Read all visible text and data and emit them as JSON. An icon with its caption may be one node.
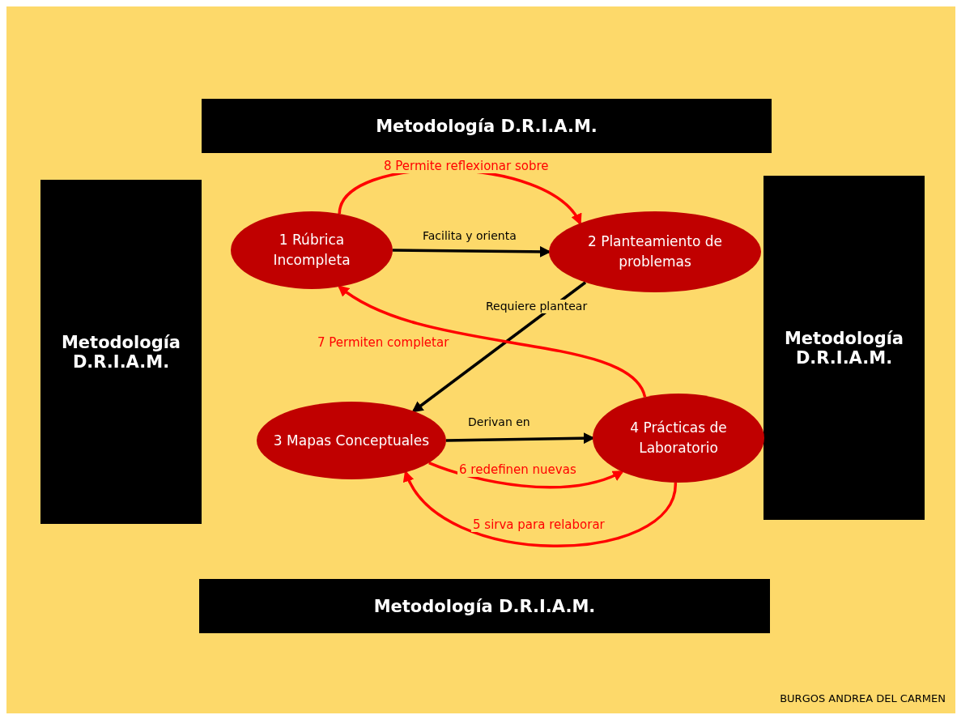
{
  "diagram": {
    "nodes": [
      {
        "text": [
          "Metodología D.R.I.A.M."
        ]
      },
      {
        "text": [
          "Metodología D.R.I.A.M."
        ]
      },
      {
        "text": [
          "1 Rúbrica Incompleta"
        ]
      },
      {
        "text": [
          "2 Planteamiento de problemas"
        ]
      },
      {
        "text": [
          "Metodología D.R.I.A.M."
        ]
      },
      {
        "text": [
          "3 Mapas Conceptuales"
        ]
      },
      {
        "text": [
          "4 Prácticas de Laboratorio"
        ]
      },
      {
        "text": [
          "Metodología D.R.I.A.M."
        ]
      }
    ],
    "edges": [
      {
        "from": 2,
        "to": 3,
        "arrow": "to",
        "label": "Facilita y orienta",
        "color": "#000000"
      },
      {
        "from": 3,
        "to": 5,
        "arrow": "to",
        "label": "Requiere  plantear",
        "color": "#000000"
      },
      {
        "from": 5,
        "to": 6,
        "arrow": "to",
        "label": "Derivan en",
        "color": "#000000"
      },
      {
        "from": 6,
        "to": 5,
        "arrow": "to",
        "label": "5 sirva para relaborar"
      },
      {
        "from": 5,
        "to": 6,
        "arrow": "to",
        "label": "6 redefinen nuevas"
      },
      {
        "from": 6,
        "to": 2,
        "arrow": "to",
        "label": "7 Permiten completar"
      },
      {
        "from": 2,
        "to": 3,
        "arrow": "to",
        "label": "8 Permite reflexionar sobre"
      }
    ],
    "labels": [
      "BURGOS ANDREA DEL CARMEN"
    ]
  }
}
